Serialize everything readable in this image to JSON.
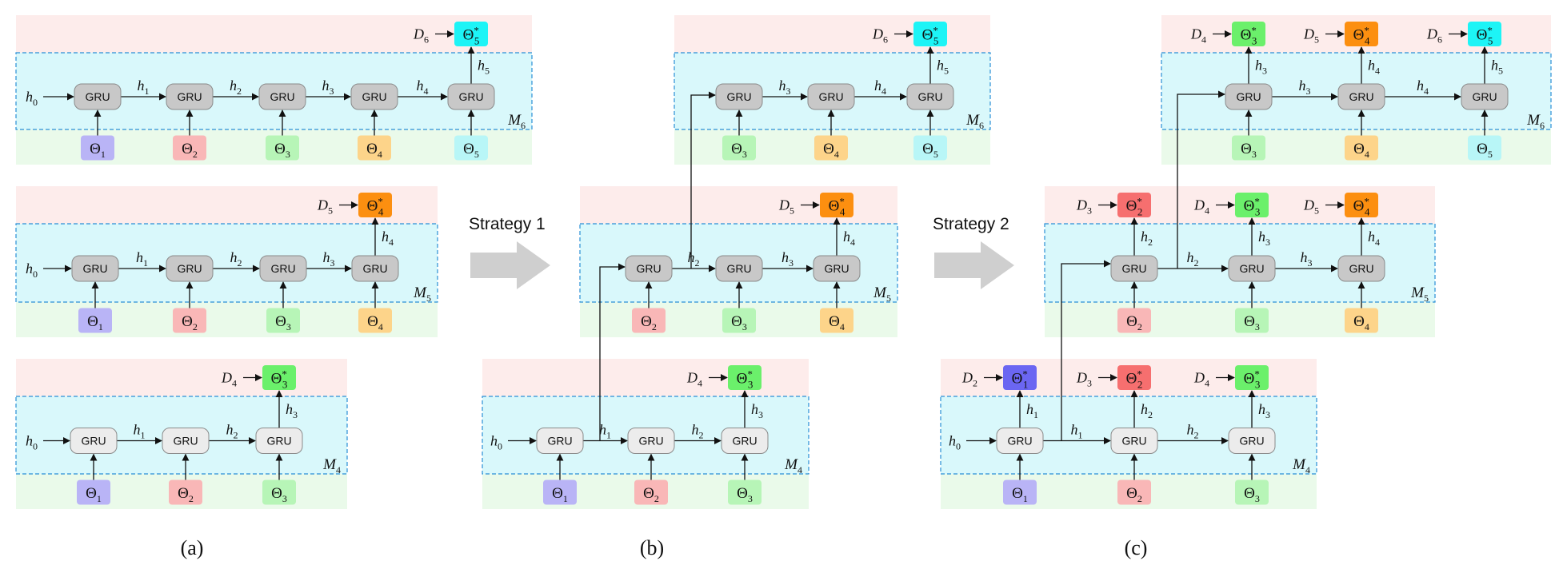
{
  "node_label": "GRU",
  "h0": "h",
  "h0_sub": "0",
  "colors": {
    "pink_band": "#fdeceb",
    "cyan_band": "#d9f8fb",
    "green_band": "#eafaea",
    "frame_border": "#2a8fd6",
    "gru_dark": "#c8c8c8",
    "gru_light": "#ececec",
    "theta1": "#b9b4f6",
    "theta2": "#f9b7b7",
    "theta3": "#b7f5b7",
    "theta4": "#fdd48a",
    "theta5": "#b8f6f7",
    "out1": "#6b66f2",
    "out2": "#f66f6f",
    "out3": "#6bf06b",
    "out4": "#fc8f10",
    "out5": "#1df4f6",
    "arrow_fill": "#cfcfcf"
  },
  "strategy1": "Strategy 1",
  "strategy2": "Strategy 2",
  "captions": [
    "(a)",
    "(b)",
    "(c)"
  ],
  "model_prefix": "M",
  "panels": [
    {
      "frames": [
        {
          "model": "6",
          "gru_style": "dark",
          "thetas": [
            "1",
            "2",
            "3",
            "4",
            "5"
          ],
          "hidden": [
            "1",
            "2",
            "3",
            "4",
            "5"
          ],
          "outputs": [
            {
              "d": "6",
              "t": "5"
            }
          ]
        },
        {
          "model": "5",
          "gru_style": "dark",
          "thetas": [
            "1",
            "2",
            "3",
            "4"
          ],
          "hidden": [
            "1",
            "2",
            "3",
            "4"
          ],
          "outputs": [
            {
              "d": "5",
              "t": "4"
            }
          ]
        },
        {
          "model": "4",
          "gru_style": "light",
          "thetas": [
            "1",
            "2",
            "3"
          ],
          "hidden": [
            "1",
            "2",
            "3"
          ],
          "outputs": [
            {
              "d": "4",
              "t": "3"
            }
          ]
        }
      ]
    },
    {
      "frames": [
        {
          "model": "6",
          "gru_style": "dark",
          "thetas": [
            "3",
            "4",
            "5"
          ],
          "hidden": [
            "3",
            "4",
            "5"
          ],
          "outputs": [
            {
              "d": "6",
              "t": "5"
            }
          ]
        },
        {
          "model": "5",
          "gru_style": "dark",
          "thetas": [
            "2",
            "3",
            "4"
          ],
          "hidden": [
            "2",
            "3",
            "4"
          ],
          "outputs": [
            {
              "d": "5",
              "t": "4"
            }
          ]
        },
        {
          "model": "4",
          "gru_style": "light",
          "thetas": [
            "1",
            "2",
            "3"
          ],
          "hidden": [
            "1",
            "2",
            "3"
          ],
          "outputs": [
            {
              "d": "4",
              "t": "3"
            }
          ]
        }
      ]
    },
    {
      "frames": [
        {
          "model": "6",
          "gru_style": "dark",
          "thetas": [
            "3",
            "4",
            "5"
          ],
          "hidden": [
            "3",
            "4",
            "5"
          ],
          "outputs": [
            {
              "d": "4",
              "t": "3"
            },
            {
              "d": "5",
              "t": "4"
            },
            {
              "d": "6",
              "t": "5"
            }
          ]
        },
        {
          "model": "5",
          "gru_style": "dark",
          "thetas": [
            "2",
            "3",
            "4"
          ],
          "hidden": [
            "2",
            "3",
            "4"
          ],
          "outputs": [
            {
              "d": "3",
              "t": "2"
            },
            {
              "d": "4",
              "t": "3"
            },
            {
              "d": "5",
              "t": "4"
            }
          ]
        },
        {
          "model": "4",
          "gru_style": "light",
          "thetas": [
            "1",
            "2",
            "3"
          ],
          "hidden": [
            "1",
            "2",
            "3"
          ],
          "outputs": [
            {
              "d": "2",
              "t": "1"
            },
            {
              "d": "3",
              "t": "2"
            },
            {
              "d": "4",
              "t": "3"
            }
          ]
        }
      ]
    }
  ]
}
